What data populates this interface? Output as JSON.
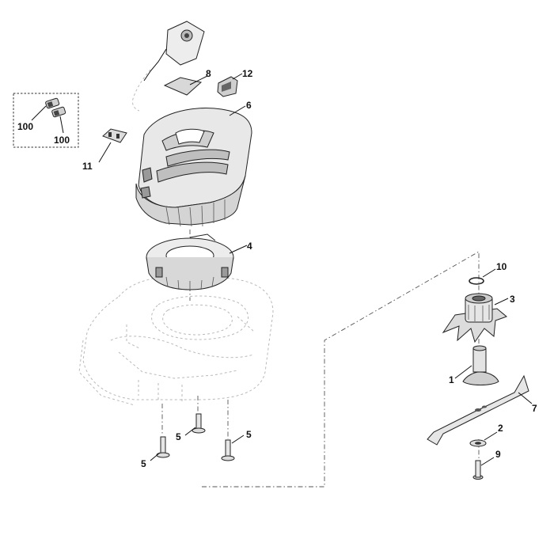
{
  "callouts": {
    "c100a": "100",
    "c100b": "100",
    "c11": "11",
    "c8": "8",
    "c12": "12",
    "c6": "6",
    "c4": "4",
    "c10": "10",
    "c3": "3",
    "c1": "1",
    "c7": "7",
    "c2": "2",
    "c9": "9",
    "c5a": "5",
    "c5b": "5",
    "c5c": "5"
  },
  "colors": {
    "part_fill": "#e6e6e6",
    "part_dark": "#444444",
    "ghost_line": "#b9b9b9",
    "label": "#111111"
  }
}
